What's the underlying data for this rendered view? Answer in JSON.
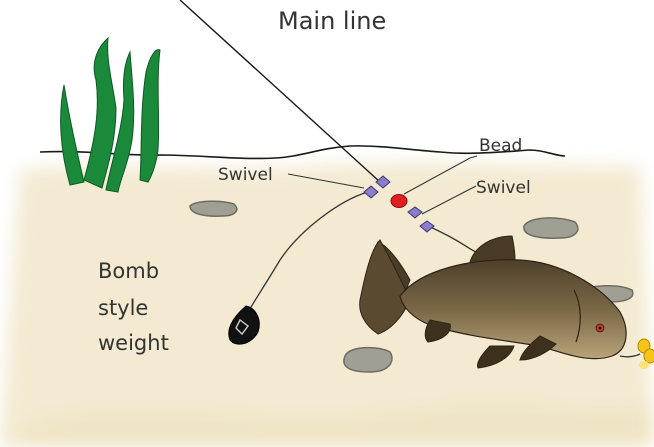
{
  "diagram": {
    "labels": {
      "main_line": "Main line",
      "bead": "Bead",
      "swivel_left": "Swivel",
      "swivel_right": "Swivel",
      "weight_line_1": "Bomb",
      "weight_line_2": "style",
      "weight_line_3": "weight"
    },
    "colors": {
      "weed": "#1a8a3a",
      "sand": "#f4ecd6",
      "stone": "#9a9a8e",
      "swivel": "#8a7fc6",
      "bead": "#e02020",
      "bait": "#f5c518",
      "line": "#1a1a1a",
      "fish_body": "#6b5a3c"
    }
  }
}
